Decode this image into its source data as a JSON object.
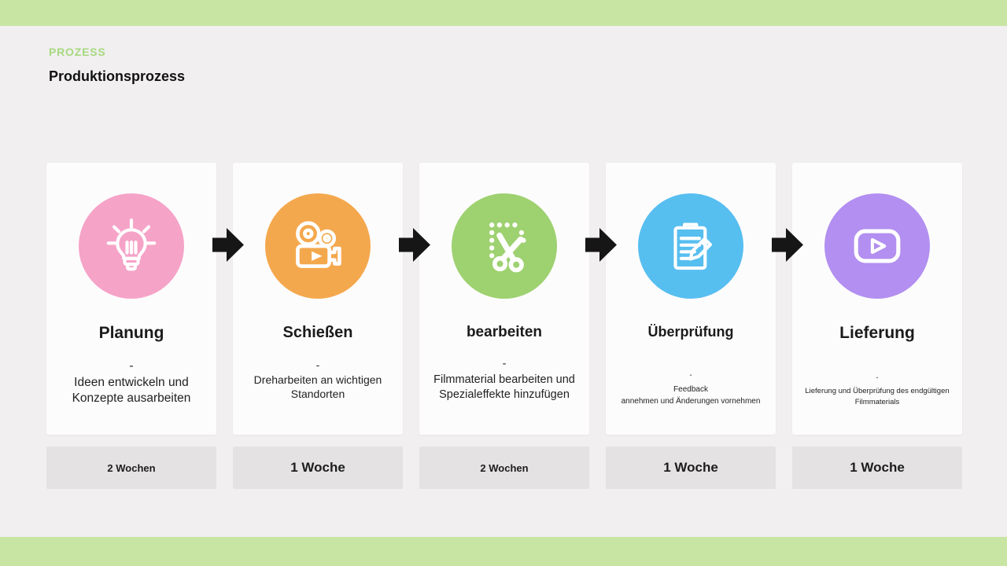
{
  "page": {
    "eyebrow": "PROZESS",
    "title": "Produktionsprozess"
  },
  "colors": {
    "banner": "#c8e5a4",
    "eyebrow": "#a6d97f",
    "background": "#f1eff0",
    "arrow": "#161616",
    "card": "#fdfcfd",
    "duration_box": "#e4e2e3"
  },
  "steps": [
    {
      "icon": "lightbulb-icon",
      "color": "#f6a3c8",
      "title": "Planung",
      "separator": "-",
      "description": "Ideen entwickeln und\nKonzepte ausarbeiten",
      "duration": "2 Wochen"
    },
    {
      "icon": "video-camera-icon",
      "color": "#f4a84d",
      "title": "Schießen",
      "separator": "-",
      "description": "Dreharbeiten an wichtigen\nStandorten",
      "duration": "1 Woche"
    },
    {
      "icon": "scissors-icon",
      "color": "#9ed170",
      "title": "bearbeiten",
      "separator": "-",
      "description": "Filmmaterial bearbeiten und\nSpezialeffekte hinzufügen",
      "duration": "2 Wochen"
    },
    {
      "icon": "clipboard-pencil-icon",
      "color": "#57bef0",
      "title": "Überprüfung",
      "separator": "-",
      "description": "Feedback\nannehmen und Änderungen vornehmen",
      "duration": "1 Woche"
    },
    {
      "icon": "youtube-play-icon",
      "color": "#b28ff0",
      "title": "Lieferung",
      "separator": "-",
      "description": "Lieferung und Überprüfung des endgültigen\nFilmmaterials",
      "duration": "1 Woche"
    }
  ]
}
